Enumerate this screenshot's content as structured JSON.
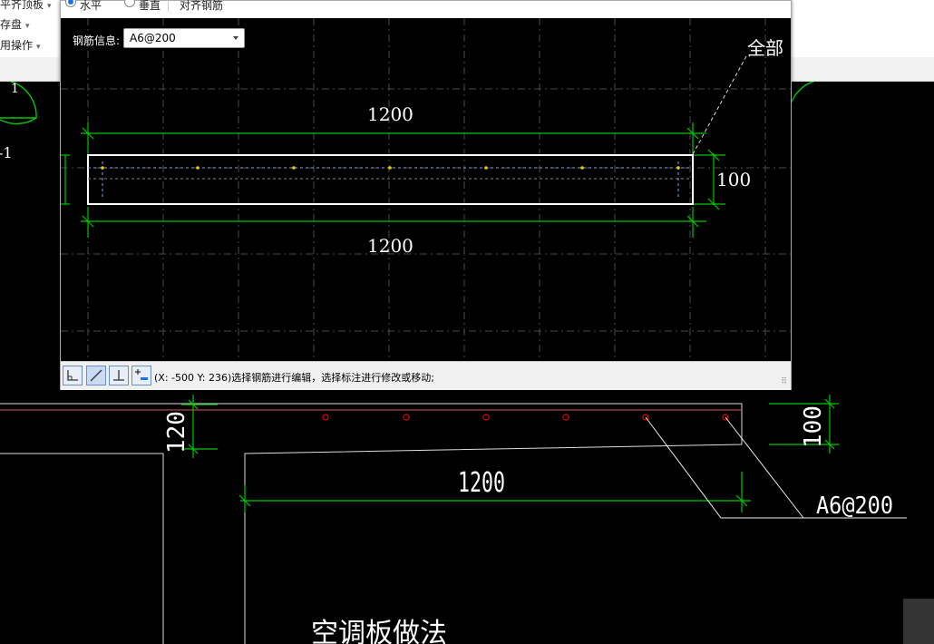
{
  "ribbon": {
    "items": [
      {
        "label": "平齐顶板",
        "has_caret": true
      },
      {
        "label": "存盘",
        "has_caret": true
      },
      {
        "label": "用操作",
        "has_caret": true
      }
    ]
  },
  "dialog": {
    "options": [
      {
        "label": "水平",
        "checked": true
      },
      {
        "label": "垂直",
        "checked": false
      }
    ],
    "align_button": "对齐钢筋",
    "rebar_info_label": "钢筋信息:",
    "rebar_info_value": "A6@200",
    "dim_top": "1200",
    "dim_bottom": "1200",
    "dim_right": "100",
    "callout": "全部",
    "status_text": "(X: -500 Y: 236)选择钢筋进行编辑，选择标注进行修改或移动;",
    "tools": [
      "corner-tool",
      "line-tool",
      "perpendicular-tool",
      "add-tool"
    ],
    "selected_tool": "line-tool"
  },
  "main_canvas": {
    "grid_bubble_left": "1",
    "grid_label_left": "-1",
    "dim_left": "120",
    "dim_center": "1200",
    "dim_right": "100",
    "rebar_label": "A6@200",
    "title": "空调板做法"
  },
  "colors": {
    "dim_green": "#00c800",
    "rebar_red": "#e00000",
    "selection_white": "#ffffff",
    "rebar_point_yellow": "#e8d000"
  }
}
